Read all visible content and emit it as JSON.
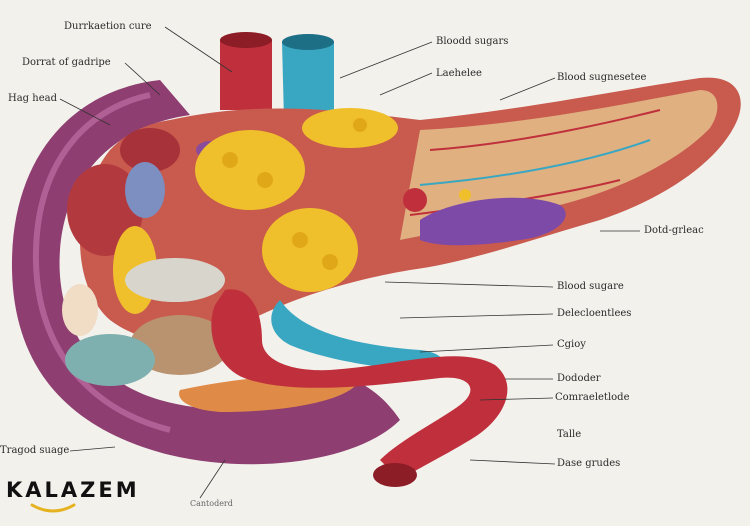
{
  "labels": {
    "top_left_1": "Durrkaetion cure",
    "top_left_2": "Dorrat of gadripe",
    "top_left_3": "Hag head",
    "top_right_1": "Bloodd sugars",
    "top_right_2": "Laehelee",
    "top_right_3": "Blood sugnesetee",
    "right_1": "Dotd-grleac",
    "right_2": "Blood sugare",
    "right_3": "Delecloentlees",
    "right_4": "Cgioy",
    "right_5": "Dododer",
    "right_6": "Comraeletlode",
    "right_7": "Talle",
    "right_8": "Dase grudes",
    "bottom_left": "Tragod suage",
    "bottom_center": "Cantoderd"
  },
  "logo": {
    "text": "KALAZEM"
  },
  "colors": {
    "background": "#f3f1ec",
    "pancreas": "#c85a4e",
    "duodenum": "#8e3e70",
    "fat": "#f0c02c",
    "artery": "#c0303c",
    "vein": "#3aa7c2",
    "logo_smile": "#e5b320"
  }
}
